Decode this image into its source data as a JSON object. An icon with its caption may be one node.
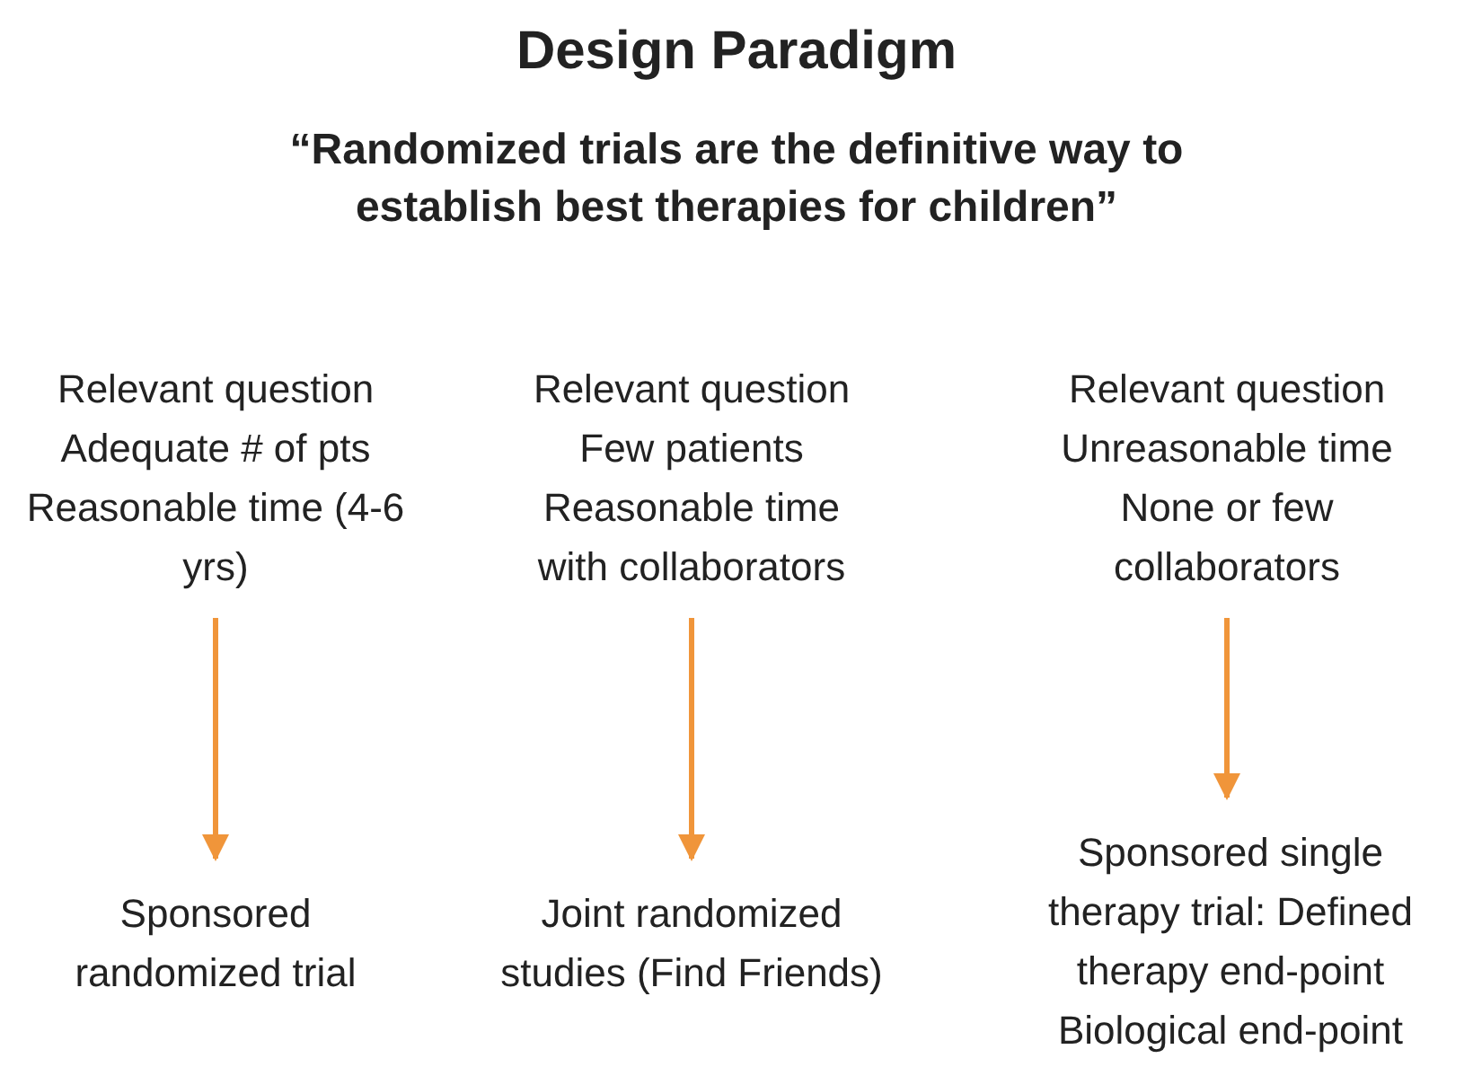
{
  "diagram": {
    "title": "Design Paradigm",
    "nodes": [
      {
        "text": [
          "Relevant question",
          "Adequate # of pts",
          "Reasonable time (4-6 yrs)"
        ]
      },
      {
        "text": [
          "Relevant question",
          "Few patients",
          "Reasonable time with collaborators"
        ]
      },
      {
        "text": [
          "Relevant question",
          "Unreasonable time",
          "None or few collaborators"
        ]
      },
      {
        "text": [
          "Sponsored randomized trial"
        ]
      },
      {
        "text": [
          "Joint randomized studies (Find Friends)"
        ]
      },
      {
        "text": [
          "Sponsored single therapy trial: Defined therapy end-point",
          "Biological end-point"
        ]
      }
    ],
    "edges": [
      {
        "from": 0,
        "to": 3,
        "arrow": "to"
      },
      {
        "from": 1,
        "to": 4,
        "arrow": "to"
      },
      {
        "from": 2,
        "to": 5,
        "arrow": "to"
      }
    ],
    "labels": [
      "“Randomized trials are the definitive way to establish best therapies for children”"
    ]
  }
}
